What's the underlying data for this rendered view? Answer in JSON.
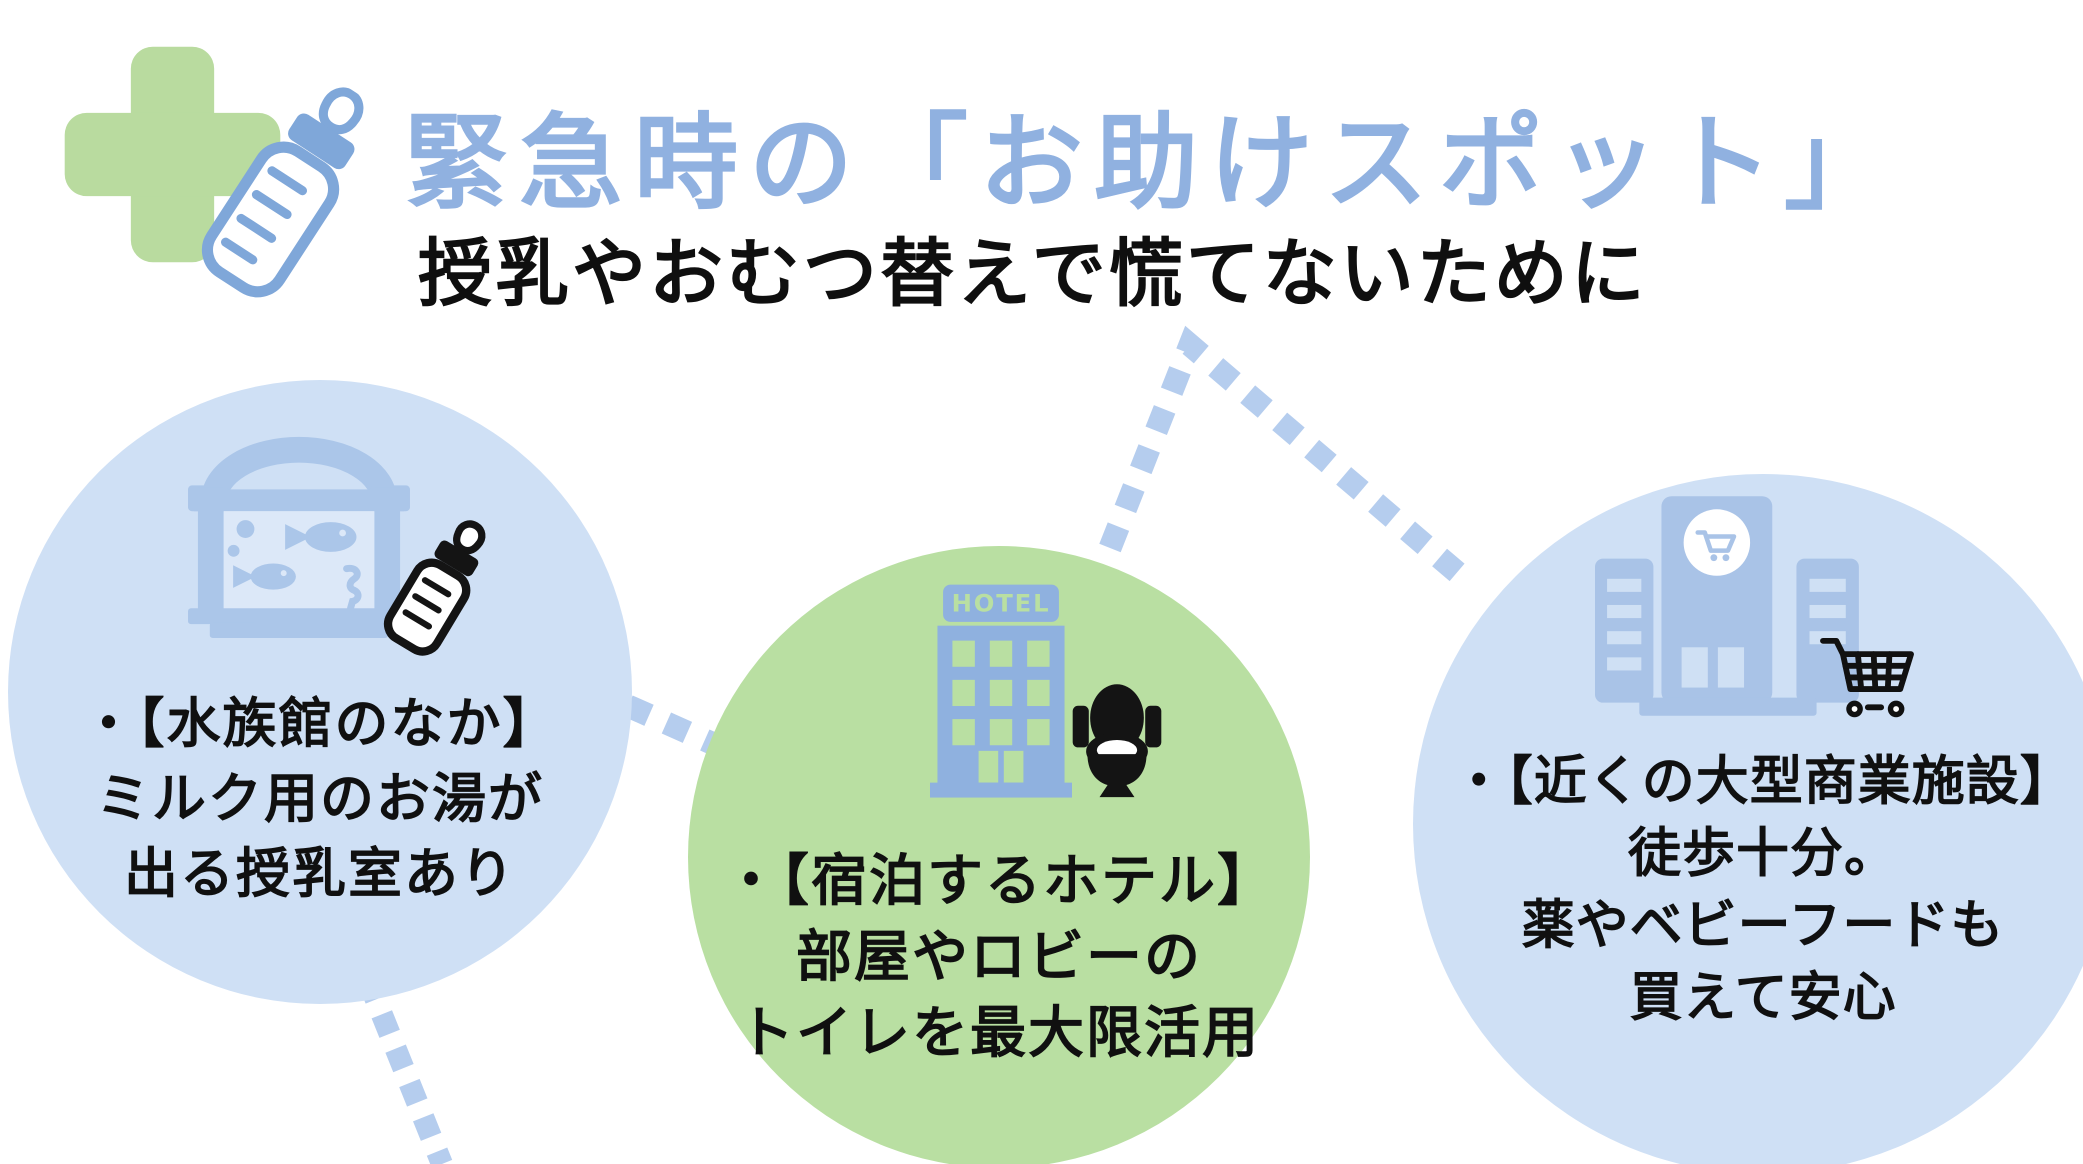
{
  "header": {
    "title": "緊急時の「お助けスポット」",
    "subtitle": "授乳やおむつ替えで慌てないために",
    "cross_icon": "medical-cross",
    "bottle_icon": "baby-bottle"
  },
  "spots": [
    {
      "name": "aquarium",
      "icon": "aquarium-fish-tank",
      "secondary_icon": "baby-bottle",
      "lines": [
        "・【水族館のなか】",
        "ミルク用のお湯が",
        "出る授乳室あり"
      ]
    },
    {
      "name": "hotel",
      "icon": "hotel-building",
      "sign": "HOTEL",
      "secondary_icon": "toilet",
      "lines": [
        "・【宿泊するホテル】",
        "部屋やロビーの",
        "トイレを最大限活用"
      ]
    },
    {
      "name": "mall",
      "icon": "shopping-mall",
      "secondary_icon": "shopping-cart",
      "lines": [
        "・【近くの大型商業施設】",
        "徒歩十分。",
        "薬やベビーフードも",
        "買えて安心"
      ]
    }
  ],
  "colors": {
    "title_blue": "#90b1e0",
    "text_black": "#0f0f0f",
    "circle_blue": "#cfe0f5",
    "circle_green": "#b9dfa2",
    "icon_blue": "#abc6e9",
    "hotel_blue": "#8fb1df",
    "cross_green": "#b9db9f",
    "dot_blue": "#b5cdee",
    "black_icon": "#141414"
  }
}
